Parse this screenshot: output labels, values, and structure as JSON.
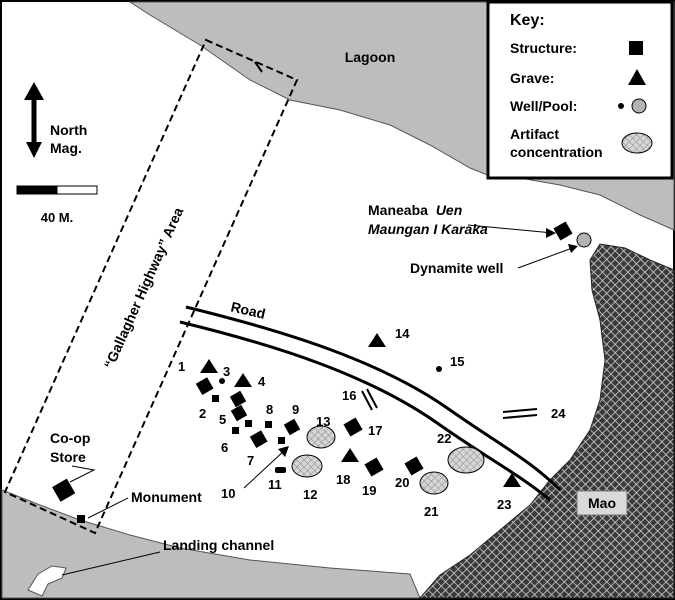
{
  "map": {
    "water": {
      "lagoon_label": "Lagoon",
      "channel_label": "Landing channel"
    },
    "mao_label": "Mao",
    "road_label": "Road",
    "highway_area_label": "“Gallagher Highway” Area",
    "north_arrow": {
      "line1": "North",
      "line2": "Mag.",
      "icon": "north-arrow-icon"
    },
    "scale": {
      "label": "40 M."
    },
    "key": {
      "title": "Key:",
      "items": [
        {
          "label": "Structure:",
          "symbol": "square"
        },
        {
          "label": "Grave:",
          "symbol": "triangle"
        },
        {
          "label": "Well/Pool:",
          "symbol": "dot-and-circle"
        },
        {
          "label": "Artifact",
          "label2": "concentration",
          "symbol": "hatched-ellipse"
        }
      ]
    },
    "annotations": {
      "maneaba_prefix": "Maneaba",
      "maneaba_italic": "Uen",
      "maneaba_line2": "Maungan I Karaka",
      "dynamite_well": "Dynamite well",
      "coop_line1": "Co-op",
      "coop_line2": "Store",
      "monument": "Monument"
    },
    "feature_numbers": [
      "1",
      "2",
      "3",
      "4",
      "5",
      "6",
      "7",
      "8",
      "9",
      "10",
      "11",
      "12",
      "13",
      "14",
      "15",
      "16",
      "17",
      "18",
      "19",
      "20",
      "21",
      "22",
      "23",
      "24"
    ],
    "colors": {
      "water": "#bdbdbd",
      "reef": "#444444",
      "symbol": "#000000",
      "pool": "#b3b3b3"
    }
  }
}
